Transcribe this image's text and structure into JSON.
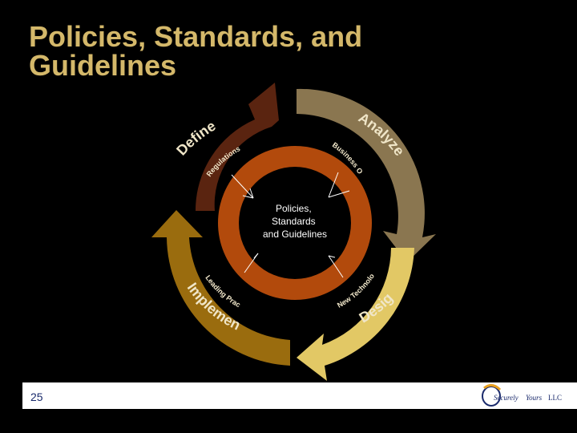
{
  "slide": {
    "title": "Policies, Standards, and Guidelines",
    "slide_number": "25"
  },
  "cycle": {
    "center_label": "Policies,\nStandards\nand Guidelines",
    "phases": [
      {
        "label": "Define",
        "color": "#5a2410"
      },
      {
        "label": "Analyze",
        "color": "#8a7650"
      },
      {
        "label": "Design",
        "color": "#e2c865"
      },
      {
        "label": "Implement",
        "color": "#9a6c0e"
      }
    ],
    "inputs": [
      "Regulations",
      "Business Objectives",
      "New Technology",
      "Leading Practices"
    ]
  },
  "logo": {
    "text": "Securely Yours LLC",
    "parts": [
      "Securely",
      "Yours",
      "LLC"
    ]
  },
  "colors": {
    "title": "#d4b86a",
    "background": "#000000",
    "inner_ring": "#b24a0c",
    "footer": "#ffffff"
  }
}
